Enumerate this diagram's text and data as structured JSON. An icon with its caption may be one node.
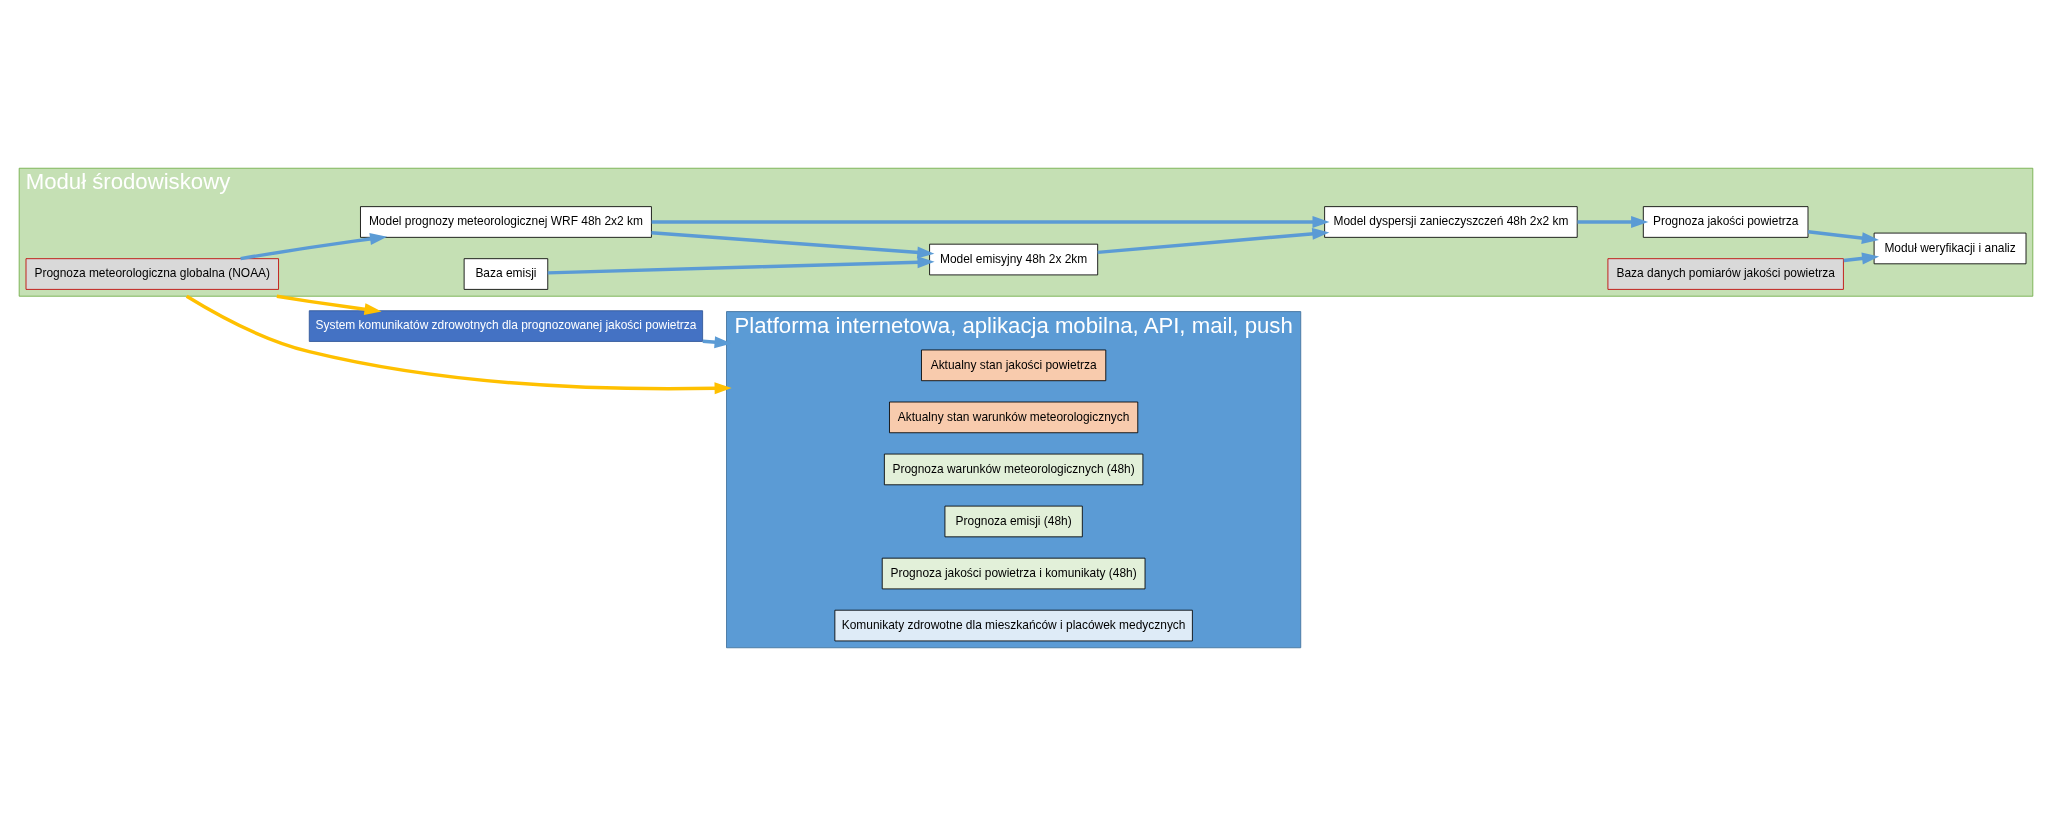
{
  "diagram": {
    "nodes": [
      {
        "text": [
          "Moduł środowiskowy"
        ]
      },
      {
        "text": [
          "Prognoza meteorologiczna globalna (NOAA)"
        ],
        "in": 0
      },
      {
        "text": [
          "Model prognozy meteorologicznej WRF 48h 2x2 km"
        ],
        "in": 0
      },
      {
        "text": [
          "Model dyspersji zanieczyszczeń 48h 2x2 km"
        ],
        "in": 0
      },
      {
        "text": [
          "Prognoza jakości powietrza"
        ],
        "in": 0
      },
      {
        "text": [
          "Baza emisji"
        ],
        "in": 0
      },
      {
        "text": [
          "Model emisyjny 48h 2x 2km"
        ],
        "in": 0
      },
      {
        "text": [
          "Baza danych pomiarów jakości powietrza"
        ],
        "in": 0
      },
      {
        "text": [
          "Moduł weryfikacji i analiz"
        ],
        "in": 0
      },
      {
        "text": [
          "System komunikatów zdrowotnych dla prognozowanej jakości powietrza"
        ]
      },
      {
        "text": [
          "Platforma internetowa, aplikacja mobilna, API, mail, push"
        ]
      },
      {
        "text": [
          "Aktualny stan jakości powietrza"
        ],
        "in": 10
      },
      {
        "text": [
          "Aktualny stan warunków meteorologicznych"
        ],
        "in": 10
      },
      {
        "text": [
          "Prognoza warunków meteorologicznych (48h)"
        ],
        "in": 10
      },
      {
        "text": [
          "Prognoza emisji (48h)"
        ],
        "in": 10
      },
      {
        "text": [
          "Prognoza jakości powietrza i komunikaty (48h)"
        ],
        "in": 10
      },
      {
        "text": [
          "Komunikaty zdrowotne dla mieszkańców i placówek medycznych"
        ],
        "in": 10
      }
    ],
    "edges": [
      {
        "from": 1,
        "to": 2,
        "arrow": "to"
      },
      {
        "from": 2,
        "to": 3,
        "arrow": "to"
      },
      {
        "from": 3,
        "to": 4,
        "arrow": "to"
      },
      {
        "from": 2,
        "to": 6,
        "arrow": "to"
      },
      {
        "from": 5,
        "to": 6,
        "arrow": "to"
      },
      {
        "from": 6,
        "to": 3,
        "arrow": "to"
      },
      {
        "from": 4,
        "to": 8,
        "arrow": "to"
      },
      {
        "from": 7,
        "to": 8,
        "arrow": "to"
      },
      {
        "from": 0,
        "to": 9,
        "arrow": "to",
        "color": "#ffc000"
      },
      {
        "from": 0,
        "to": 10,
        "arrow": "to",
        "color": "#ffc000"
      },
      {
        "from": 9,
        "to": 10,
        "arrow": "to"
      }
    ]
  }
}
